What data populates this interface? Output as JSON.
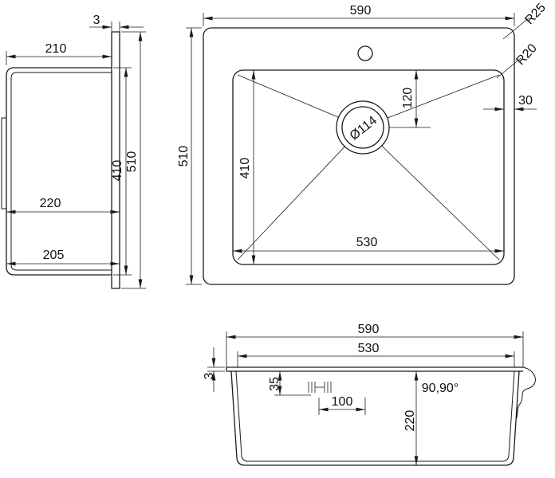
{
  "drawing": {
    "type": "sink-technical-drawing",
    "line_color": "#1a1a1a",
    "background": "#ffffff",
    "views": {
      "side_view": {
        "flange_thickness": "3",
        "depth": "210",
        "basin_height": "410",
        "overall_height": "510",
        "dim_220": "220",
        "dim_205": "205"
      },
      "top_view": {
        "overall_width": "590",
        "overall_depth": "510",
        "bowl_depth": "410",
        "bowl_width": "530",
        "drain_offset": "120",
        "rim_width": "30",
        "corner_radius_outer": "R25",
        "corner_radius_inner": "R20",
        "drain_diameter": "Ø114"
      },
      "front_view": {
        "overall_width": "590",
        "bowl_width": "530",
        "rim_thickness": "3",
        "fitting_height": "35",
        "fitting_offset": "100",
        "bowl_depth": "220",
        "corner_angles": "90,90°"
      }
    }
  }
}
